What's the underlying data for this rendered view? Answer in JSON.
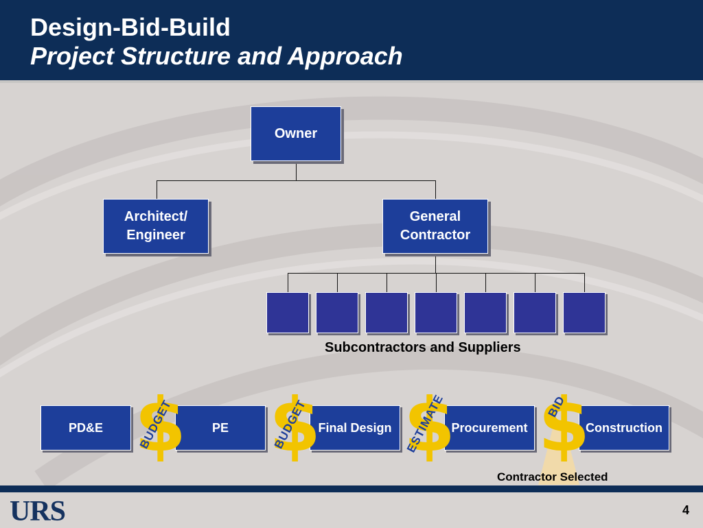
{
  "header": {
    "title": "Design-Bid-Build",
    "subtitle": "Project Structure and Approach"
  },
  "org": {
    "owner": "Owner",
    "architect": "Architect/\nEngineer",
    "contractor": "General\nContractor",
    "subs_caption": "Subcontractors and Suppliers"
  },
  "phases": [
    "PD&E",
    "PE",
    "Final Design",
    "Procurement",
    "Construction"
  ],
  "gates": [
    "BUDGET",
    "BUDGET",
    "ESTIMATE",
    "BID"
  ],
  "contractor_selected": "Contractor Selected",
  "footer": {
    "logo": "URS",
    "page": "4"
  },
  "colors": {
    "header": "#0d2d57",
    "box": "#1d3e9a",
    "dollar": "#f2c400"
  }
}
